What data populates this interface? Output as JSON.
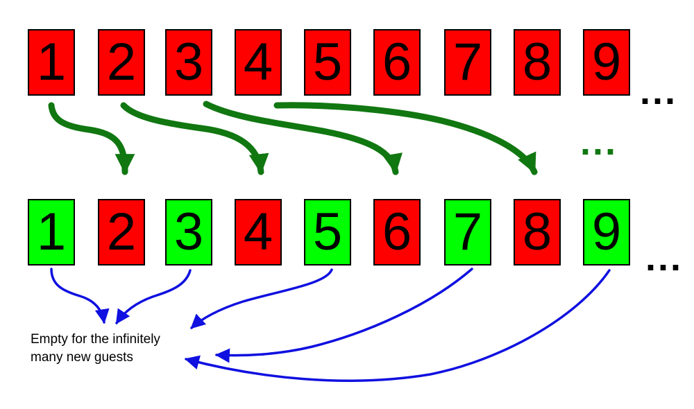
{
  "colors": {
    "occupied": "#ff0000",
    "vacated": "#00ff00",
    "move_arrow": "#117711",
    "new_guest_arrow": "#1010e0",
    "outline": "#000000"
  },
  "top_row": {
    "rooms": [
      {
        "label": "1",
        "state": "occupied"
      },
      {
        "label": "2",
        "state": "occupied"
      },
      {
        "label": "3",
        "state": "occupied"
      },
      {
        "label": "4",
        "state": "occupied"
      },
      {
        "label": "5",
        "state": "occupied"
      },
      {
        "label": "6",
        "state": "occupied"
      },
      {
        "label": "7",
        "state": "occupied"
      },
      {
        "label": "8",
        "state": "occupied"
      },
      {
        "label": "9",
        "state": "occupied"
      }
    ],
    "ellipsis": "..."
  },
  "middle_ellipsis": "...",
  "bottom_row": {
    "rooms": [
      {
        "label": "1",
        "state": "vacated"
      },
      {
        "label": "2",
        "state": "occupied"
      },
      {
        "label": "3",
        "state": "vacated"
      },
      {
        "label": "4",
        "state": "occupied"
      },
      {
        "label": "5",
        "state": "vacated"
      },
      {
        "label": "6",
        "state": "occupied"
      },
      {
        "label": "7",
        "state": "vacated"
      },
      {
        "label": "8",
        "state": "occupied"
      },
      {
        "label": "9",
        "state": "vacated"
      }
    ],
    "ellipsis": "..."
  },
  "moves": [
    {
      "from": "1",
      "to": "2"
    },
    {
      "from": "2",
      "to": "4"
    },
    {
      "from": "3",
      "to": "6"
    },
    {
      "from": "4",
      "to": "8"
    }
  ],
  "vacated_links": [
    "1",
    "3",
    "5",
    "7",
    "9"
  ],
  "caption": {
    "line1": "Empty for the infinitely",
    "line2": "many new guests"
  }
}
